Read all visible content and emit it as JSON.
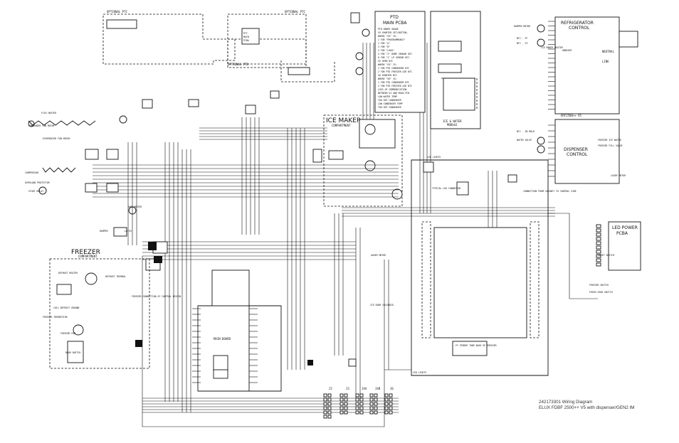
{
  "diagram": {
    "caption": {
      "line1": "242173301 Wiring Diagram",
      "line2": "ELUX FDBF 2500++ V5 with dispenser/GEN2 IM"
    },
    "titles": {
      "freezer": "FREEZER",
      "freezer_sub": "COMPARTMENT",
      "ice_maker": "ICE MAKER",
      "ice_maker_sub": "COMPARTMENT",
      "ptd_main_line1": "PTD",
      "ptd_main_line2": "MAIN PCBA",
      "refrigerator_control_line1": "REFRIGERATOR",
      "refrigerator_control_line2": "CONTROL",
      "dispenser_control_line1": "DISPENSER",
      "dispenser_control_line2": "CONTROL",
      "erf": "ERF2500++ V5",
      "led_power_line1": "LED POWER",
      "led_power_line2": "PCBA",
      "optional_ptc_1": "OPTIONAL PTC",
      "optional_ptc_2": "OPTIONAL PTC",
      "optional_ptd": "OPTIONAL PTD",
      "main_board": "MAIN BOARD",
      "line": "LINE",
      "neutral": "NEUTRAL",
      "ice_water_module_line1": "ICE & WATER",
      "ice_water_module_line2": "MODULE",
      "ptc_main_line1": "PTC",
      "ptc_main_line2": "MAIN",
      "ptc_main_line3": "PCBA"
    },
    "ptd_notes": [
      "PTD ORDER GRADE",
      "S9  SHORTED SET/BUTTON,",
      "    WHERE \"S9\" IS:",
      "  1  FOR \"PROGRAMMABLE\"",
      "  2  FOR \"A\"",
      "  3  FOR \"B\"",
      "  4  FOR \"LOGO\"",
      "  5  FOR \"2\" DOME SENSOR KEY",
      "  6  FOR \"1\" LP SENSOR KEY",
      "S5  OPEN NTC",
      "    WHERE \"S5\" IS:",
      "  1  FOR PTD CONDENSER NTC",
      "  2  FOR PTD FREEZER AIR NTC",
      "S6  SHORTED NTC",
      "    WHERE \"S6\" IS:",
      "  1  FOR PTD CONDENSER NTC",
      "  2  FOR PTD FREEZER AIR NTC",
      "LOSS OF COMMUNICATION",
      "BETWEEN UI AND MAIN PCB",
      "LOW WATER TEMP",
      "TOO HOT CONDENSER",
      "LOW CONDENSER TEMP",
      "TOO HOT CONDENSER"
    ],
    "connector_labels": [
      "J2",
      "J3",
      "J4A",
      "J4B",
      "J6"
    ],
    "left_components": [
      "FLEX HEATER",
      "CONDENSER FAN MOTOR",
      "EVAPORATOR FAN MOTOR",
      "COMPRESSOR",
      "OVERLOAD PROTECTOR",
      "START RELAY",
      "AUX HEATER",
      "DAMPER",
      "LATCH",
      "DEFROST HEATER",
      "DEFROST THERMAL",
      "COIL DEFROST GROUND",
      "FREEZER THERMISTOR",
      "FREEZER FAN",
      "DOOR SWITCH",
      "FREEZER CONNECTION AT CONTROL ORIGIN"
    ],
    "right_components": [
      "DAMPER MOTOR",
      "NTC - FF",
      "NTC - FZ",
      "ICE MAKER HEATER",
      "AMBIENT",
      "NTC - IN MOLD",
      "WATER VALVE",
      "FREEZER ICE WATER",
      "FREEZER FILL VALVE",
      "LASER MOTOR",
      "RESET SWITCH",
      "LED LIGHTS",
      "TYPICAL LED CONNECTOR",
      "CONNECTION FROM CABINET TO CONTROL SIDE",
      "FREEZER SWITCH",
      "FRESH FOOD SWITCH",
      "AUGER MOTOR",
      "ICE DOOR SOLENOID",
      "FF FEEDER TUBE BASE OF FREEZER",
      "LED LIGHTS"
    ]
  }
}
